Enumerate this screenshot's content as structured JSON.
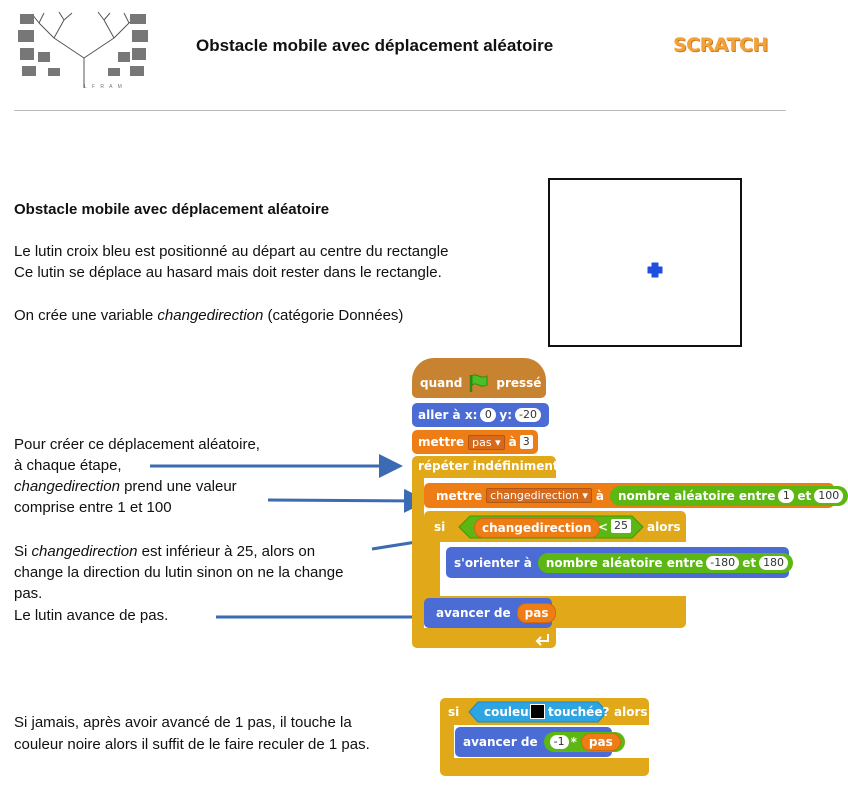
{
  "header": {
    "title": "Obstacle mobile avec déplacement aléatoire",
    "scratch_logo": "SCRATCH",
    "tree_caption": "L F R A M"
  },
  "section": {
    "heading": "Obstacle mobile avec déplacement aléatoire",
    "intro_line1": "Le lutin croix bleu est positionné au départ au centre du rectangle",
    "intro_line2": "Ce lutin se déplace au hasard mais doit rester dans le rectangle.",
    "var_prefix": "On crée une variable ",
    "var_name": "changedirection",
    "var_suffix": " (catégorie Données)"
  },
  "notes": {
    "random_l1": "Pour créer ce déplacement aléatoire,",
    "random_l2": "à chaque étape,",
    "random_l3_var": "changedirection",
    "random_l3_rest": " prend une valeur",
    "random_l4": "comprise entre  1 et 100",
    "cond_l1_pre": "Si  ",
    "cond_l1_var": "changedirection",
    "cond_l1_rest": " est inférieur à 25, alors on",
    "cond_l2": "change la direction du lutin sinon on ne la change",
    "cond_l3": "pas.",
    "move_l1": "Le lutin avance de pas.",
    "touch_l1": "Si jamais, après avoir avancé de 1 pas, il touche la",
    "touch_l2": "couleur noire alors il suffit de le faire reculer de 1 pas."
  },
  "script": {
    "hat_when": "quand",
    "hat_pressed": "pressé",
    "goto_label": "aller à x:",
    "goto_x": "0",
    "goto_y_label": "y:",
    "goto_y": "-20",
    "set1_label": "mettre",
    "set1_var": "pas",
    "set1_to": "à",
    "set1_val": "3",
    "forever": "répéter indéfiniment",
    "set2_label": "mettre",
    "set2_var": "changedirection",
    "set2_to": "à",
    "rand1_label": "nombre aléatoire entre",
    "rand1_from": "1",
    "rand1_and": "et",
    "rand1_to": "100",
    "if_label": "si",
    "if_var": "changedirection",
    "if_op": "<",
    "if_val": "25",
    "if_then": "alors",
    "point_label": "s'orienter à",
    "rand2_label": "nombre aléatoire entre",
    "rand2_from": "-180",
    "rand2_and": "et",
    "rand2_to": "180",
    "move_label": "avancer de",
    "move_var": "pas"
  },
  "script2": {
    "if_label": "si",
    "touch_label": "couleur",
    "touch_q": "touchée?",
    "then": "alors",
    "move_label": "avancer de",
    "mult_a": "-1",
    "mult_op": "*",
    "mult_b": "pas"
  },
  "colors": {
    "sprite": "#1f4fe0",
    "arrows": "#3a6bb3",
    "events": "#c88330",
    "motion": "#4a6cd4",
    "data": "#ee7d16",
    "control": "#e1a91a",
    "operators": "#5cb712",
    "sensing": "#2ca5e2"
  }
}
